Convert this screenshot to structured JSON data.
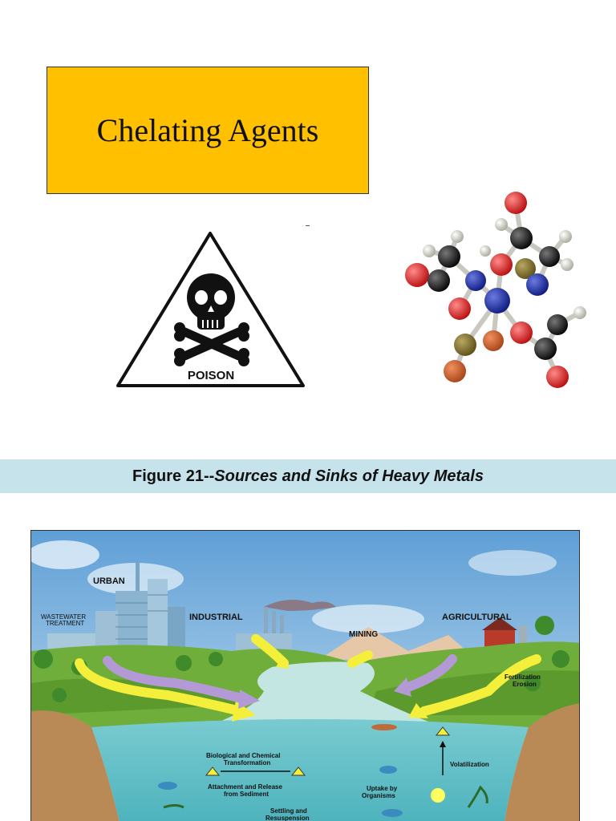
{
  "slide": {
    "title": "Chelating Agents",
    "poison_label": "POISON"
  },
  "figure": {
    "number_text": "Figure 21--",
    "caption_text": "Sources and Sinks of Heavy Metals",
    "labels": {
      "urban": "URBAN",
      "wastewater_line1": "WASTEWATER",
      "wastewater_line2": "TREATMENT",
      "industrial": "INDUSTRIAL",
      "mining": "MINING",
      "agricultural": "AGRICULTURAL",
      "fertilization": "Fertilization",
      "erosion": "Erosion",
      "bio_chem_line1": "Biological and Chemical",
      "bio_chem_line2": "Transformation",
      "attachment_line1": "Attachment and Release",
      "attachment_line2": "from Sediment",
      "settling_line1": "Settling and",
      "settling_line2": "Resuspension",
      "uptake_line1": "Uptake by",
      "uptake_line2": "Organisms",
      "volatilization": "Volatilization"
    }
  },
  "colors": {
    "title_bg": "#ffc000",
    "caption_bar": "#c6e3ec",
    "sky": "#7fb5de",
    "water": "#6cc3c8",
    "land_green": "#6fae3a",
    "soil": "#b98a55",
    "arrow_yellow": "#f4ef3a",
    "arrow_purple": "#b39ad6",
    "atom_red": "#cc1111",
    "atom_black": "#111111",
    "atom_blue": "#1a2a9e",
    "atom_white": "#dcdcd0",
    "atom_olive": "#7a6a2a",
    "atom_orange": "#c65a2a"
  }
}
